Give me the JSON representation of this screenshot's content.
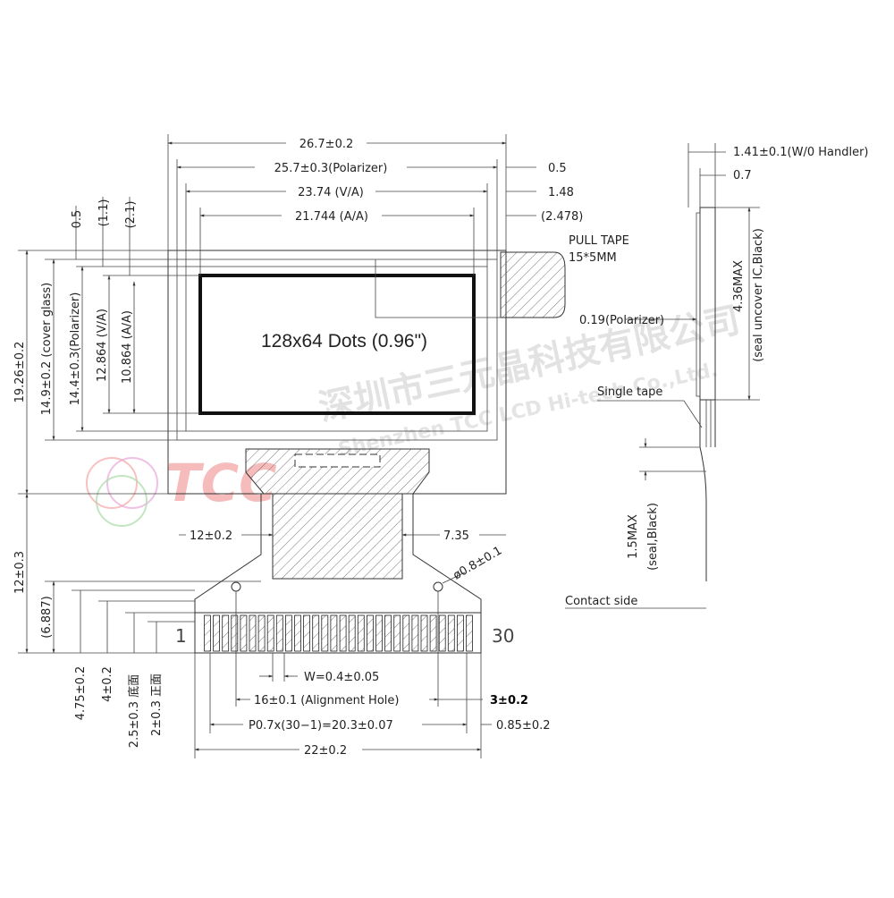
{
  "display": {
    "label": "128x64 Dots (0.96\")"
  },
  "pull_tape": {
    "line1": "PULL TAPE",
    "line2": "15*5MM"
  },
  "dims_top": {
    "overall_width": "26.7±0.2",
    "polarizer_width": "25.7±0.3(Polarizer)",
    "va_width": "23.74 (V/A)",
    "aa_width": "21.744 (A/A)",
    "right_polarizer": "0.5",
    "right_va": "1.48",
    "right_aa": "(2.478)"
  },
  "dims_left": {
    "overall_height": "19.26±0.2",
    "cover_glass": "14.9±0.2 (cover glass)",
    "polarizer_height": "14.4±0.3(Polarizer)",
    "va_height": "12.864 (V/A)",
    "aa_height": "10.864 (A/A)",
    "top_offset_1": "0.5",
    "top_offset_2": "(1.1)",
    "top_offset_3": "(2.1)",
    "fpc_length": "12±0.3",
    "fpc_sub": "(6.887)",
    "d_4_75": "4.75±0.2",
    "d_4": "4±0.2",
    "d_2_5": "2.5±0.3 底面",
    "d_2": "2±0.3 正面"
  },
  "dims_fpc": {
    "left_12": "12±0.2",
    "right_7_35": "7.35",
    "hole": "ø0.8±0.1",
    "pin_first": "1",
    "pin_last": "30",
    "width_pin": "W=0.4±0.05",
    "alignment": "16±0.1 (Alignment Hole)",
    "pitch": "P0.7x(30−1)=20.3±0.07",
    "edge": "0.85±0.2",
    "bold_3": "3±0.2",
    "total": "22±0.2"
  },
  "side_view": {
    "thickness_handler": "1.41±0.1(W/0 Handler)",
    "t_0_7": "0.7",
    "polarizer_thk": "0.19(Polarizer)",
    "max_4_36": "4.36MAX",
    "seal_ic": "(seal uncover IC,Black)",
    "single_tape": "Single tape",
    "max_1_5": "1.5MAX",
    "seal_black": "(seal,Black)",
    "contact_side": "Contact side"
  },
  "watermark": {
    "cn": "深圳市三元晶科技有限公司",
    "en": "Shenzhen TCC LCD Hi-tech Co.,Ltd.",
    "logo": "TCC"
  },
  "colors": {
    "line": "#333333",
    "watermark_gray": "#d9d9d9",
    "logo_red": "#f3a6a6",
    "logo_green": "#a6dba6",
    "logo_pink": "#e8a6d8"
  }
}
